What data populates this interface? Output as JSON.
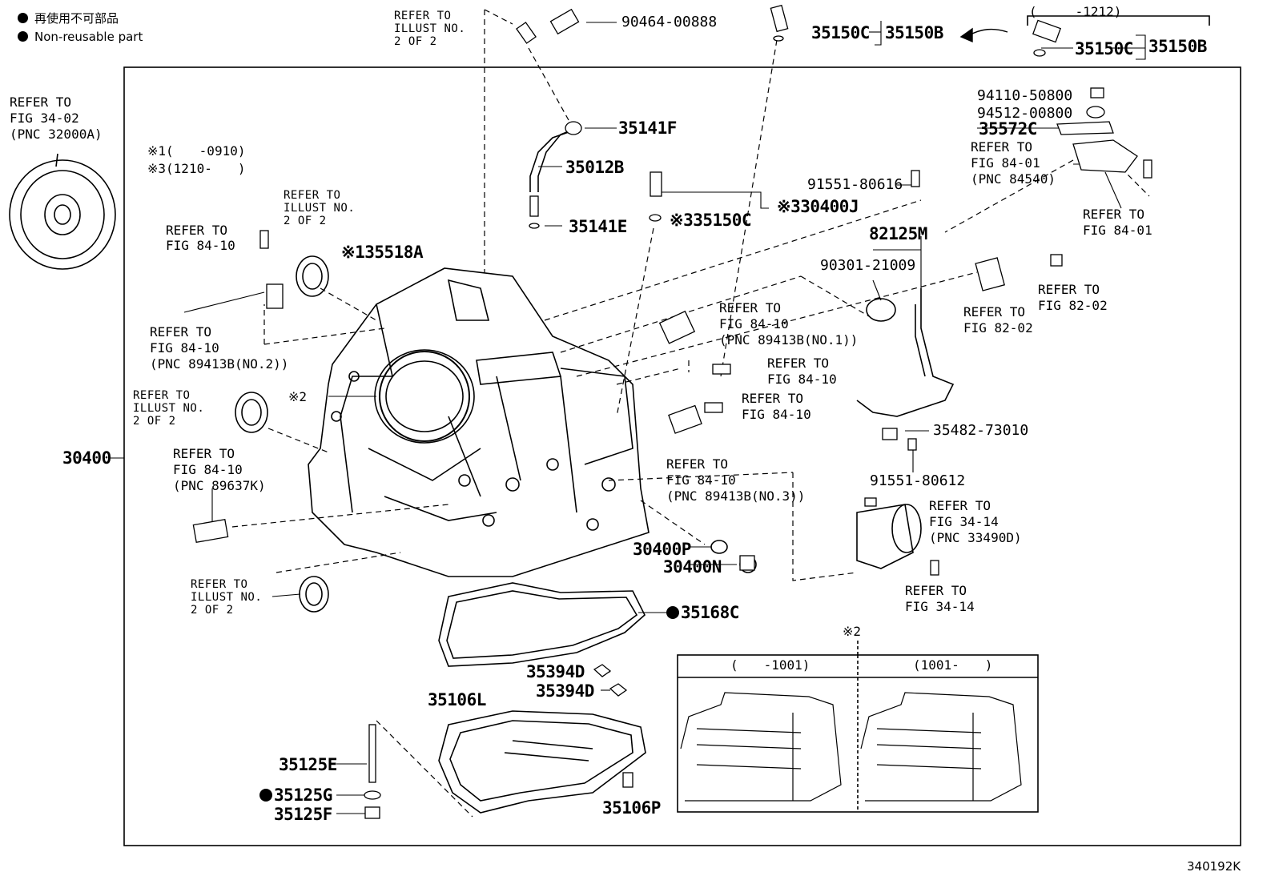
{
  "legend": {
    "line_ja": "再使用不可部品",
    "line_en": "Non-reusable part"
  },
  "figure_code": "340192K",
  "notes": {
    "n1": "※1(　　-0910)",
    "n3": "※3(1210-　　)",
    "star2": "※2",
    "star2_inset": "※2",
    "inset_left": "(　　-1001)",
    "inset_right": "(1001-　　)",
    "top_right_range": "(　　　-1212)"
  },
  "parts": {
    "p30400": "30400",
    "p90464": "90464-00888",
    "p35141F": "35141F",
    "p35012B": "35012B",
    "p35141E": "35141E",
    "p35150C_top": "35150C",
    "p35150B_top": "35150B",
    "p35150C_right": "35150C",
    "p35150B_right": "35150B",
    "p94110": "94110-50800",
    "p94512": "94512-00800",
    "p35572C": "35572C",
    "p91551_80616": "91551-80616",
    "p35150C_mid": "※335150C",
    "p30400J": "※330400J",
    "p82125M": "82125M",
    "p90301": "90301-21009",
    "p35518A": "※135518A",
    "p35482": "35482-73010",
    "p91551_80612": "91551-80612",
    "p30400P": "30400P",
    "p30400N": "30400N",
    "p35168C": "35168C",
    "p35394D_1": "35394D",
    "p35394D_2": "35394D",
    "p35106L": "35106L",
    "p35125E": "35125E",
    "p35125G": "35125G",
    "p35125F": "35125F",
    "p35106P": "35106P"
  },
  "refs": {
    "r_top_illust": "REFER TO\nILLUST NO.\n2 OF 2",
    "r_fig3402": "REFER TO\nFIG 34-02\n(PNC 32000A)",
    "r_illust_a": "REFER TO\nILLUST NO.\n2 OF 2",
    "r_fig8410_a": "REFER TO\nFIG 84-10",
    "r_fig8410_pnc2": "REFER TO\nFIG 84-10\n(PNC 89413B(NO.2))",
    "r_illust_b": "REFER TO\nILLUST NO.\n2 OF 2",
    "r_fig8410_89637": "REFER TO\nFIG 84-10\n(PNC 89637K)",
    "r_illust_c": "REFER TO\nILLUST NO.\n2 OF 2",
    "r_fig8401_a": "REFER TO\nFIG 84-01\n(PNC 84540)",
    "r_fig8401_b": "REFER TO\nFIG 84-01",
    "r_fig8202_a": "REFER TO\nFIG 82-02",
    "r_fig8202_b": "REFER TO\nFIG 82-02",
    "r_fig8410_pnc1": "REFER TO\nFIG 84-10\n(PNC 89413B(NO.1))",
    "r_fig8410_b": "REFER TO\nFIG 84-10",
    "r_fig8410_c": "REFER TO\nFIG 84-10",
    "r_fig8410_pnc3": "REFER TO\nFIG 84-10\n(PNC 89413B(NO.3))",
    "r_fig3414_pnc": "REFER TO\nFIG 34-14\n(PNC 33490D)",
    "r_fig3414": "REFER TO\nFIG 34-14"
  }
}
